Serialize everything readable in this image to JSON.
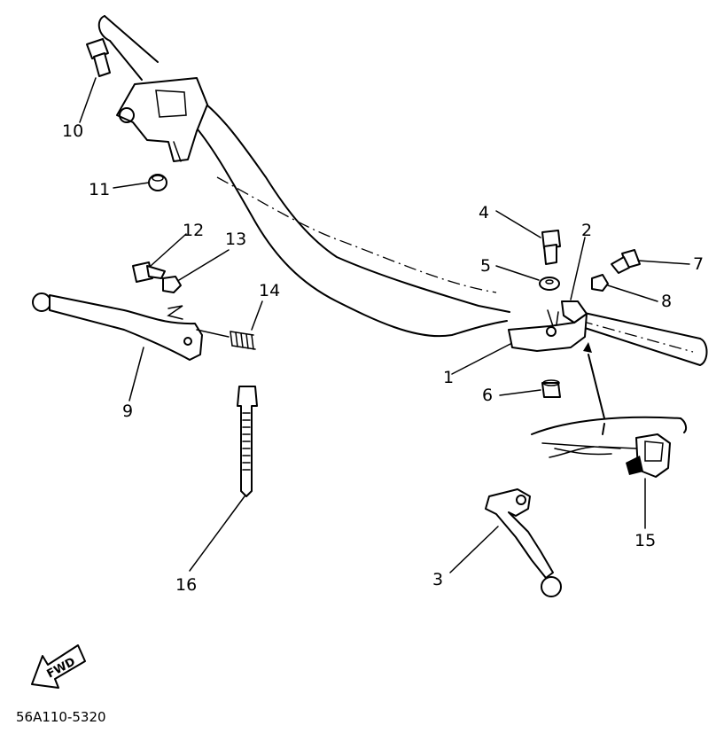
{
  "callouts": [
    "1",
    "2",
    "3",
    "4",
    "5",
    "6",
    "7",
    "8",
    "9",
    "10",
    "11",
    "12",
    "13",
    "14",
    "15",
    "16"
  ],
  "fwd_label": "FWD",
  "drawing_code": "56A110-5320",
  "ink_color": "#000000",
  "paper_color": "#ffffff"
}
